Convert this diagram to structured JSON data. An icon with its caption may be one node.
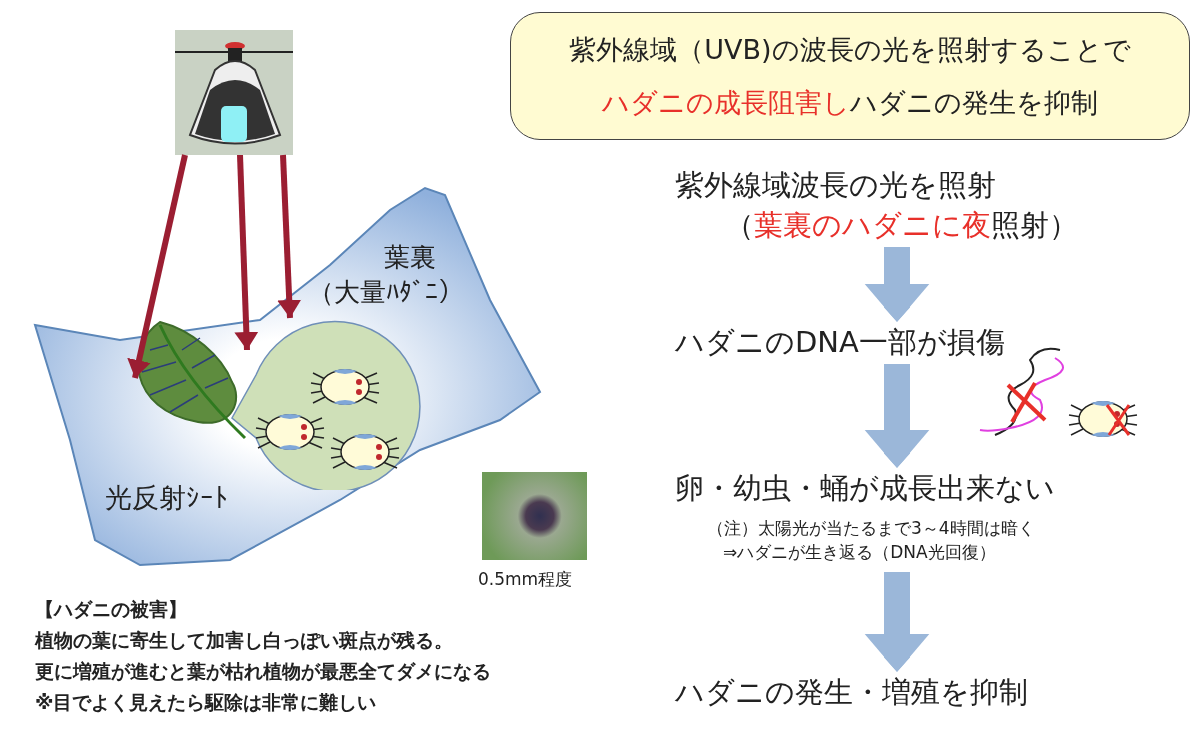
{
  "diagram": {
    "nodes": [
      {
        "text": [
          "紫外線域（UVB)の波長の光を照射することで",
          "**ハダニの成長阻害し**ハダニの発生を抑制"
        ]
      },
      {
        "text": [
          "紫外線域波長の光を照射",
          "（**葉裏のハダニに夜**照射）"
        ]
      },
      {
        "text": [
          "ハダニのDNA一部が損傷"
        ]
      },
      {
        "text": [
          "卵・幼虫・蛹が成長出来ない"
        ],
        "beside": [
          "（注）太陽光が当たるまで3～4時間は暗く",
          "⇒ハダニが生き返る（DNA光回復）"
        ]
      },
      {
        "text": [
          "ハダニの発生・増殖を抑制"
        ]
      },
      {
        "text": [],
        "shape": "picture"
      },
      {
        "text": [
          "葉裏",
          "（大量ﾊﾀﾞﾆ）",
          "光反射ｼｰﾄ"
        ]
      },
      {
        "text": [],
        "shape": "picture",
        "in": 6
      },
      {
        "text": [],
        "shape": "circle",
        "in": 6
      }
    ],
    "edges": [
      {
        "from": 1,
        "to": 2,
        "arrow": "to",
        "style": "thick",
        "color": "#9bb7d9"
      },
      {
        "from": 2,
        "to": 3,
        "arrow": "to",
        "style": "thick",
        "color": "#9bb7d9"
      },
      {
        "from": 3,
        "to": 4,
        "arrow": "to",
        "style": "thick",
        "color": "#9bb7d9"
      },
      {
        "from": 5,
        "to": 7,
        "arrow": "to",
        "color": "#9b1e32"
      },
      {
        "from": 5,
        "to": 7,
        "arrow": "to",
        "color": "#9b1e32"
      },
      {
        "from": 5,
        "to": 8,
        "arrow": "to",
        "color": "#9b1e32"
      }
    ],
    "labels": [
      "0.5mm程度",
      "【ハダニの被害】",
      "植物の葉に寄生して加害し白っぽい斑点が残る。",
      "更に増殖が進むと葉が枯れ植物が最悪全てダメになる",
      "※目でよく見えたら駆除は非常に難しい"
    ]
  }
}
